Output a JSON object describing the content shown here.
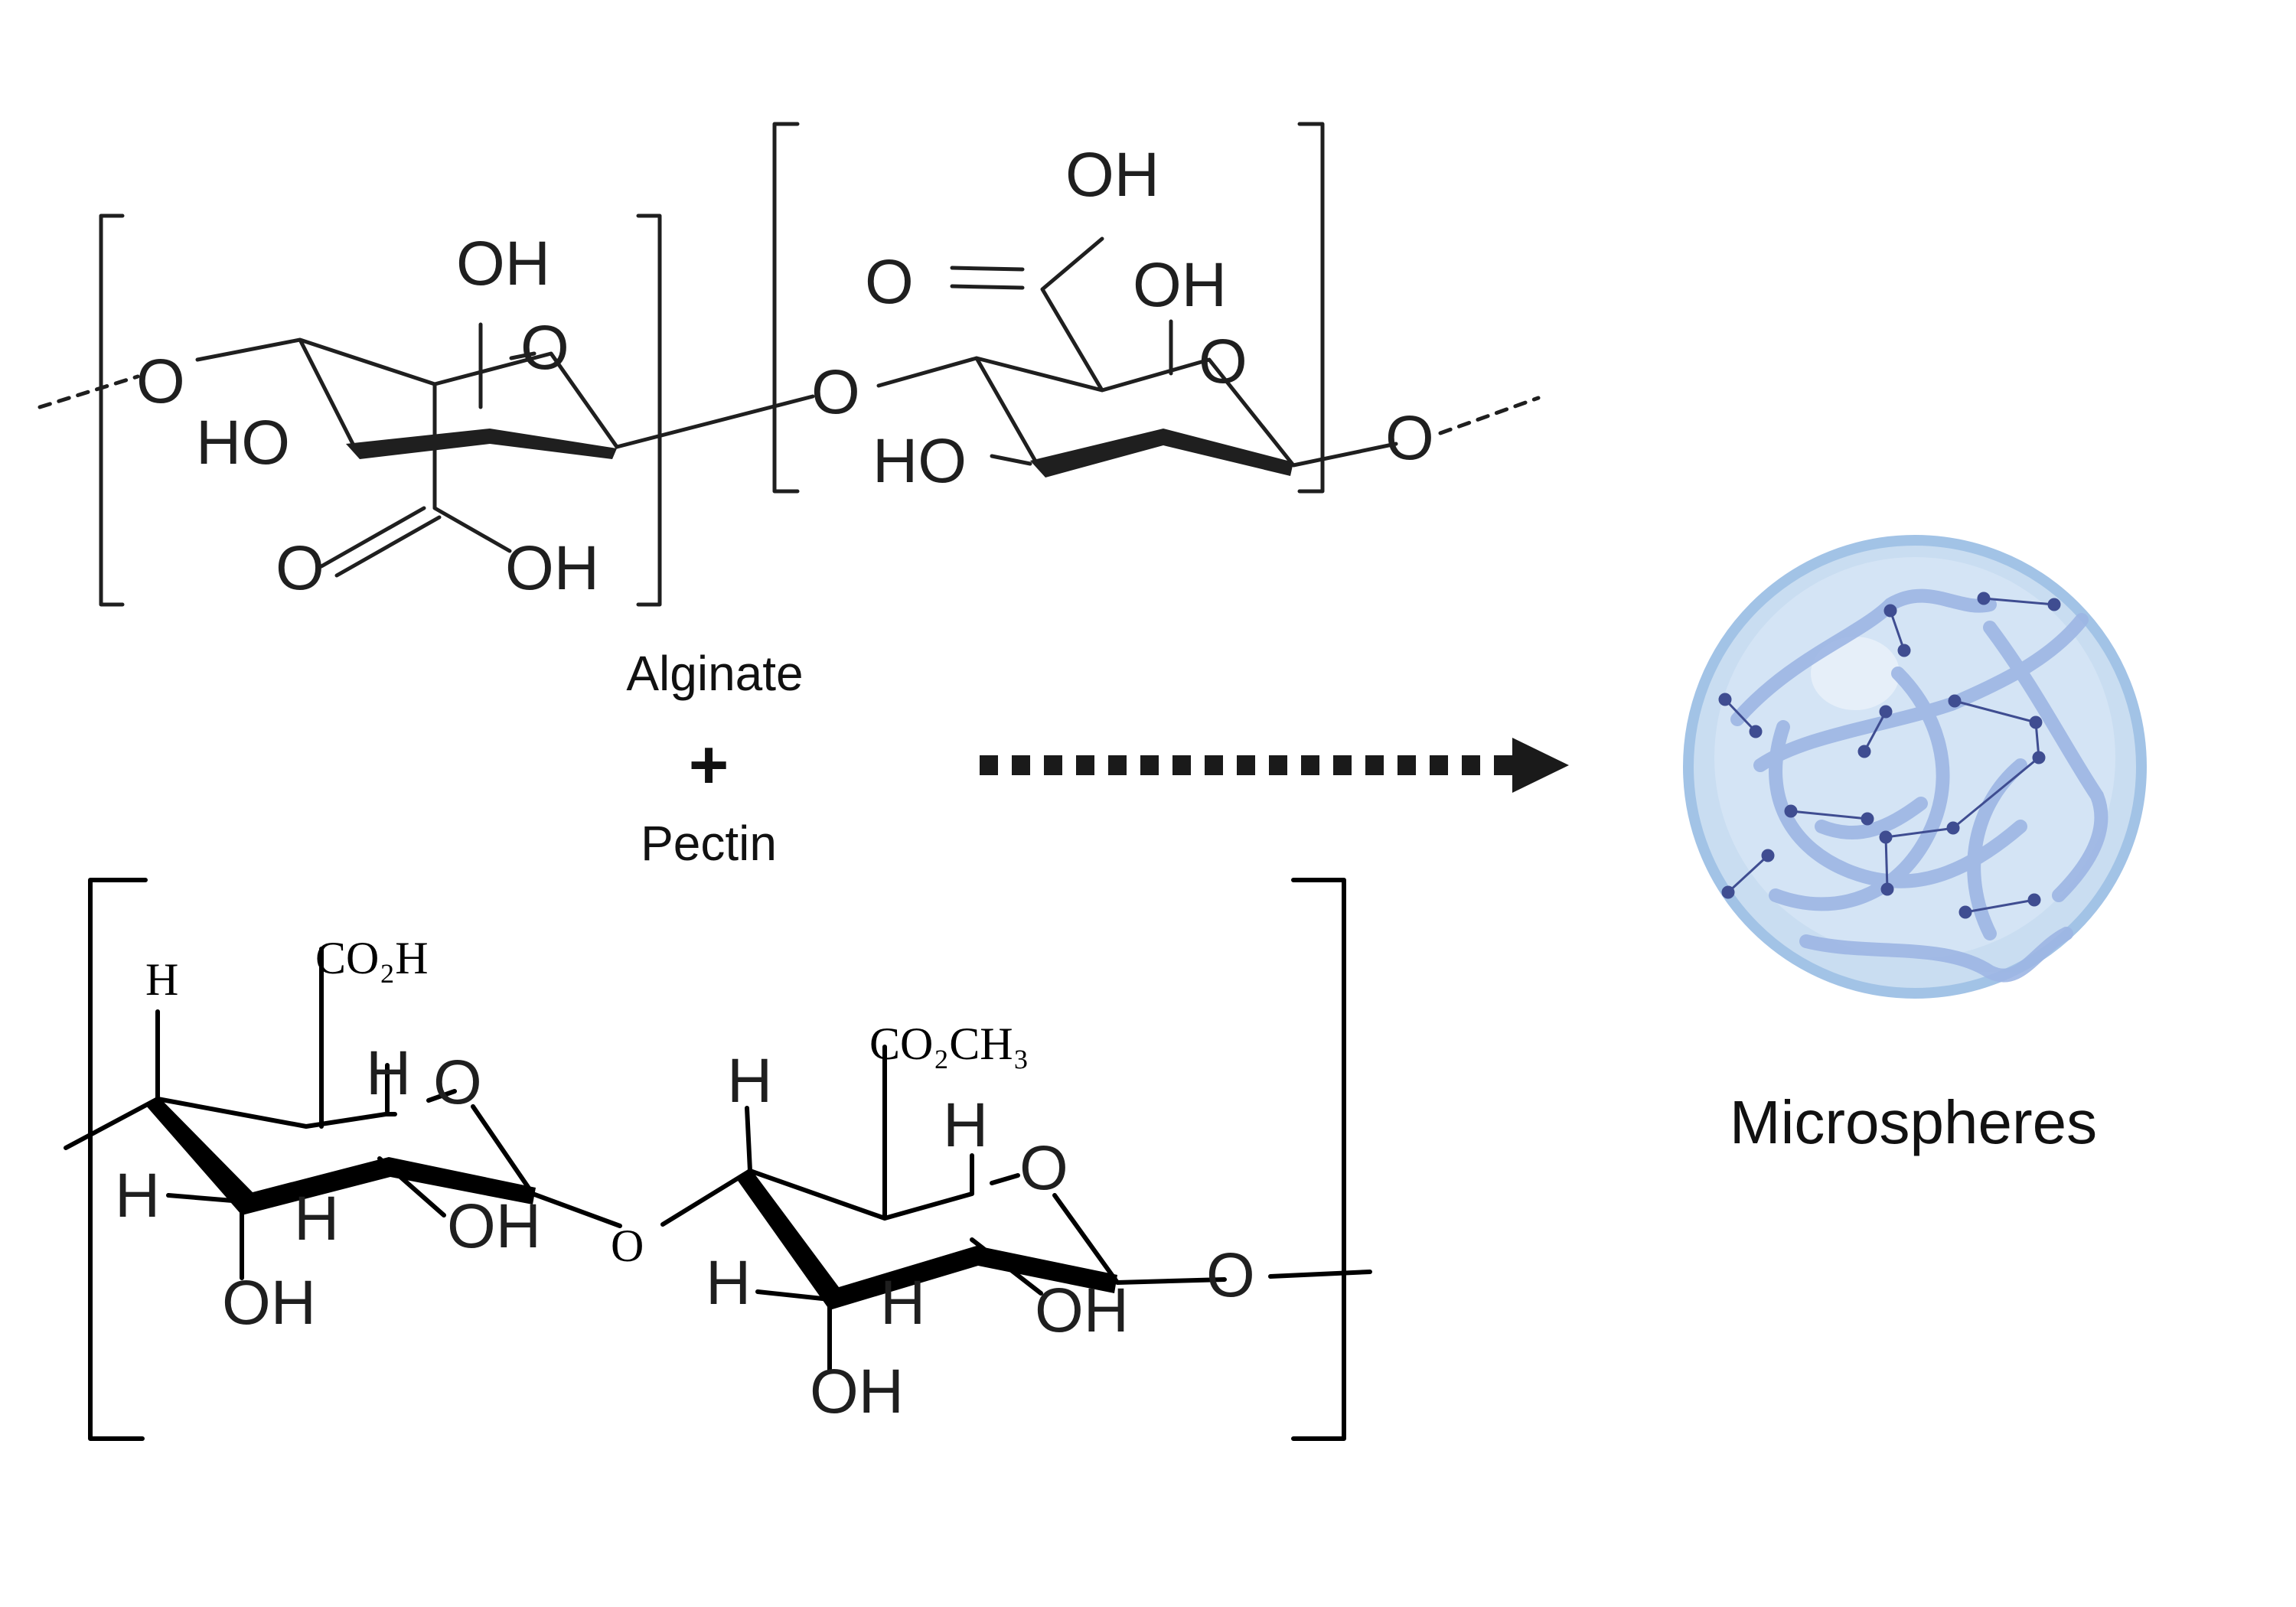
{
  "labels": {
    "alginate": "Alginate",
    "plus": "+",
    "pectin": "Pectin",
    "microspheres": "Microspheres"
  },
  "alginate_atoms": {
    "o_left": "O",
    "ho_left": "HO",
    "oh_top1": "OH",
    "o_ring1": "O",
    "o_carbonyl1": "O",
    "oh_acid1": "OH",
    "o_link": "O",
    "oh_acid2_top": "OH",
    "o_carbonyl2": "O",
    "oh_top2": "OH",
    "o_ring2": "O",
    "ho_2": "HO",
    "o_right": "O"
  },
  "pectin_atoms": {
    "h_top": "H",
    "co2h": "CO₂H",
    "h_ring1": "H",
    "o_ring1": "O",
    "h_left1": "H",
    "h_bottom1": "H",
    "oh_1": "OH",
    "oh_bottom1": "OH",
    "o_link": "O",
    "h_top2": "H",
    "co2ch3": "CO₂CH₃",
    "h_ring2": "H",
    "o_ring2": "O",
    "h_left2": "H",
    "h_bottom2": "H",
    "oh_2": "OH",
    "oh_bottom2": "OH",
    "o_right": "O"
  },
  "colors": {
    "ink": "#1f1f1f",
    "arrow": "#1a1a1a",
    "sphere_fill": "#c9ddf1",
    "sphere_rim": "#a2c3e6",
    "chain": "#9db6e4",
    "node": "#3f4d91"
  }
}
